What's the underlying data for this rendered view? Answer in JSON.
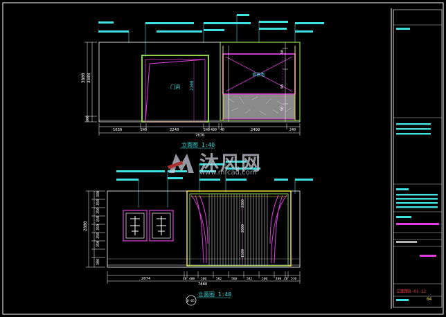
{
  "watermark": {
    "name": "沐风网",
    "url": "www.mfcad.com"
  },
  "top_elevation": {
    "title": "立面图 1:40",
    "dims_bottom": [
      "1630",
      "240",
      "2240",
      "240",
      "400",
      "40",
      "2400",
      "240"
    ],
    "dim_total": "7870",
    "dims_left": [
      "3800",
      "3580",
      "300"
    ],
    "dims_right": [
      "50",
      "50",
      "50"
    ],
    "inner_labels": [
      "门洞",
      "2300",
      "背景墙"
    ],
    "colors": {
      "frame": "#8fd14f",
      "magenta": "#e040e0",
      "yellow": "#f0e040",
      "cyan": "#40e0e0",
      "grey": "#9a9a9a"
    }
  },
  "bottom_elevation": {
    "title": "立面图 1:40",
    "marker": "D-05",
    "dims_bottom": [
      "2074",
      "40",
      "400",
      "560",
      "582",
      "560",
      "582",
      "560",
      "400",
      "40",
      "510"
    ],
    "dim_total": "7880",
    "dims_left": [
      "380",
      "2800",
      "350",
      "350",
      "350",
      "350",
      "350",
      "350",
      "300"
    ],
    "inner_labels": [
      "2300",
      "2000",
      "1500"
    ]
  },
  "title_block": {
    "sheet_no": "立面图B-01-12",
    "page": "04"
  }
}
